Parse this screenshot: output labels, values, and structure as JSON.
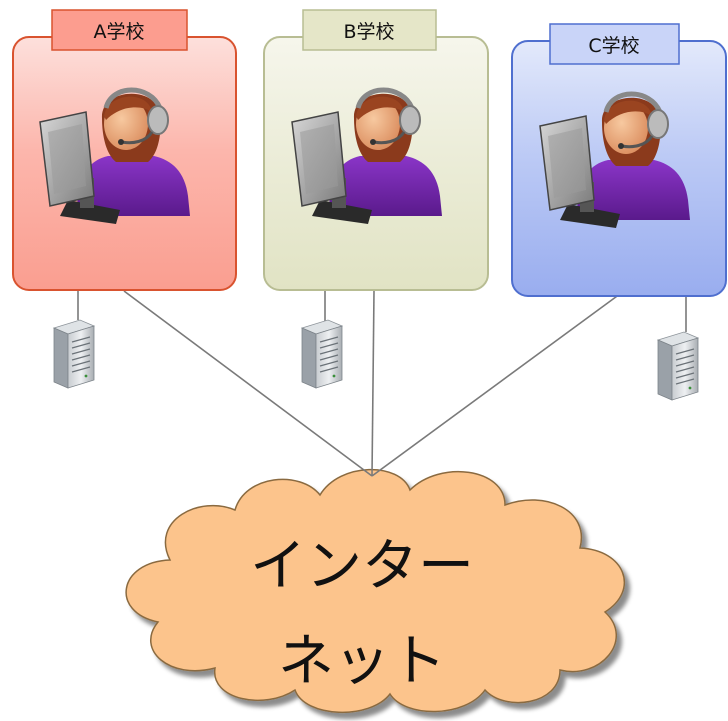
{
  "schools": [
    {
      "label": "A学校",
      "fill": "#fdb9b0",
      "border": "#d9532f",
      "tab_fill": "#fc9d8f"
    },
    {
      "label": "B学校",
      "fill": "#eeeedd",
      "border": "#b8bd93",
      "tab_fill": "#e5e6c8"
    },
    {
      "label": "C学校",
      "fill": "#b9c6f4",
      "border": "#4f6fcf",
      "tab_fill": "#c9d4f8"
    }
  ],
  "cloud": {
    "line1": "インター",
    "line2": "ネット",
    "fill": "#fcc48c",
    "stroke": "#8a6a40"
  },
  "connection_color": "#7a7a7a"
}
